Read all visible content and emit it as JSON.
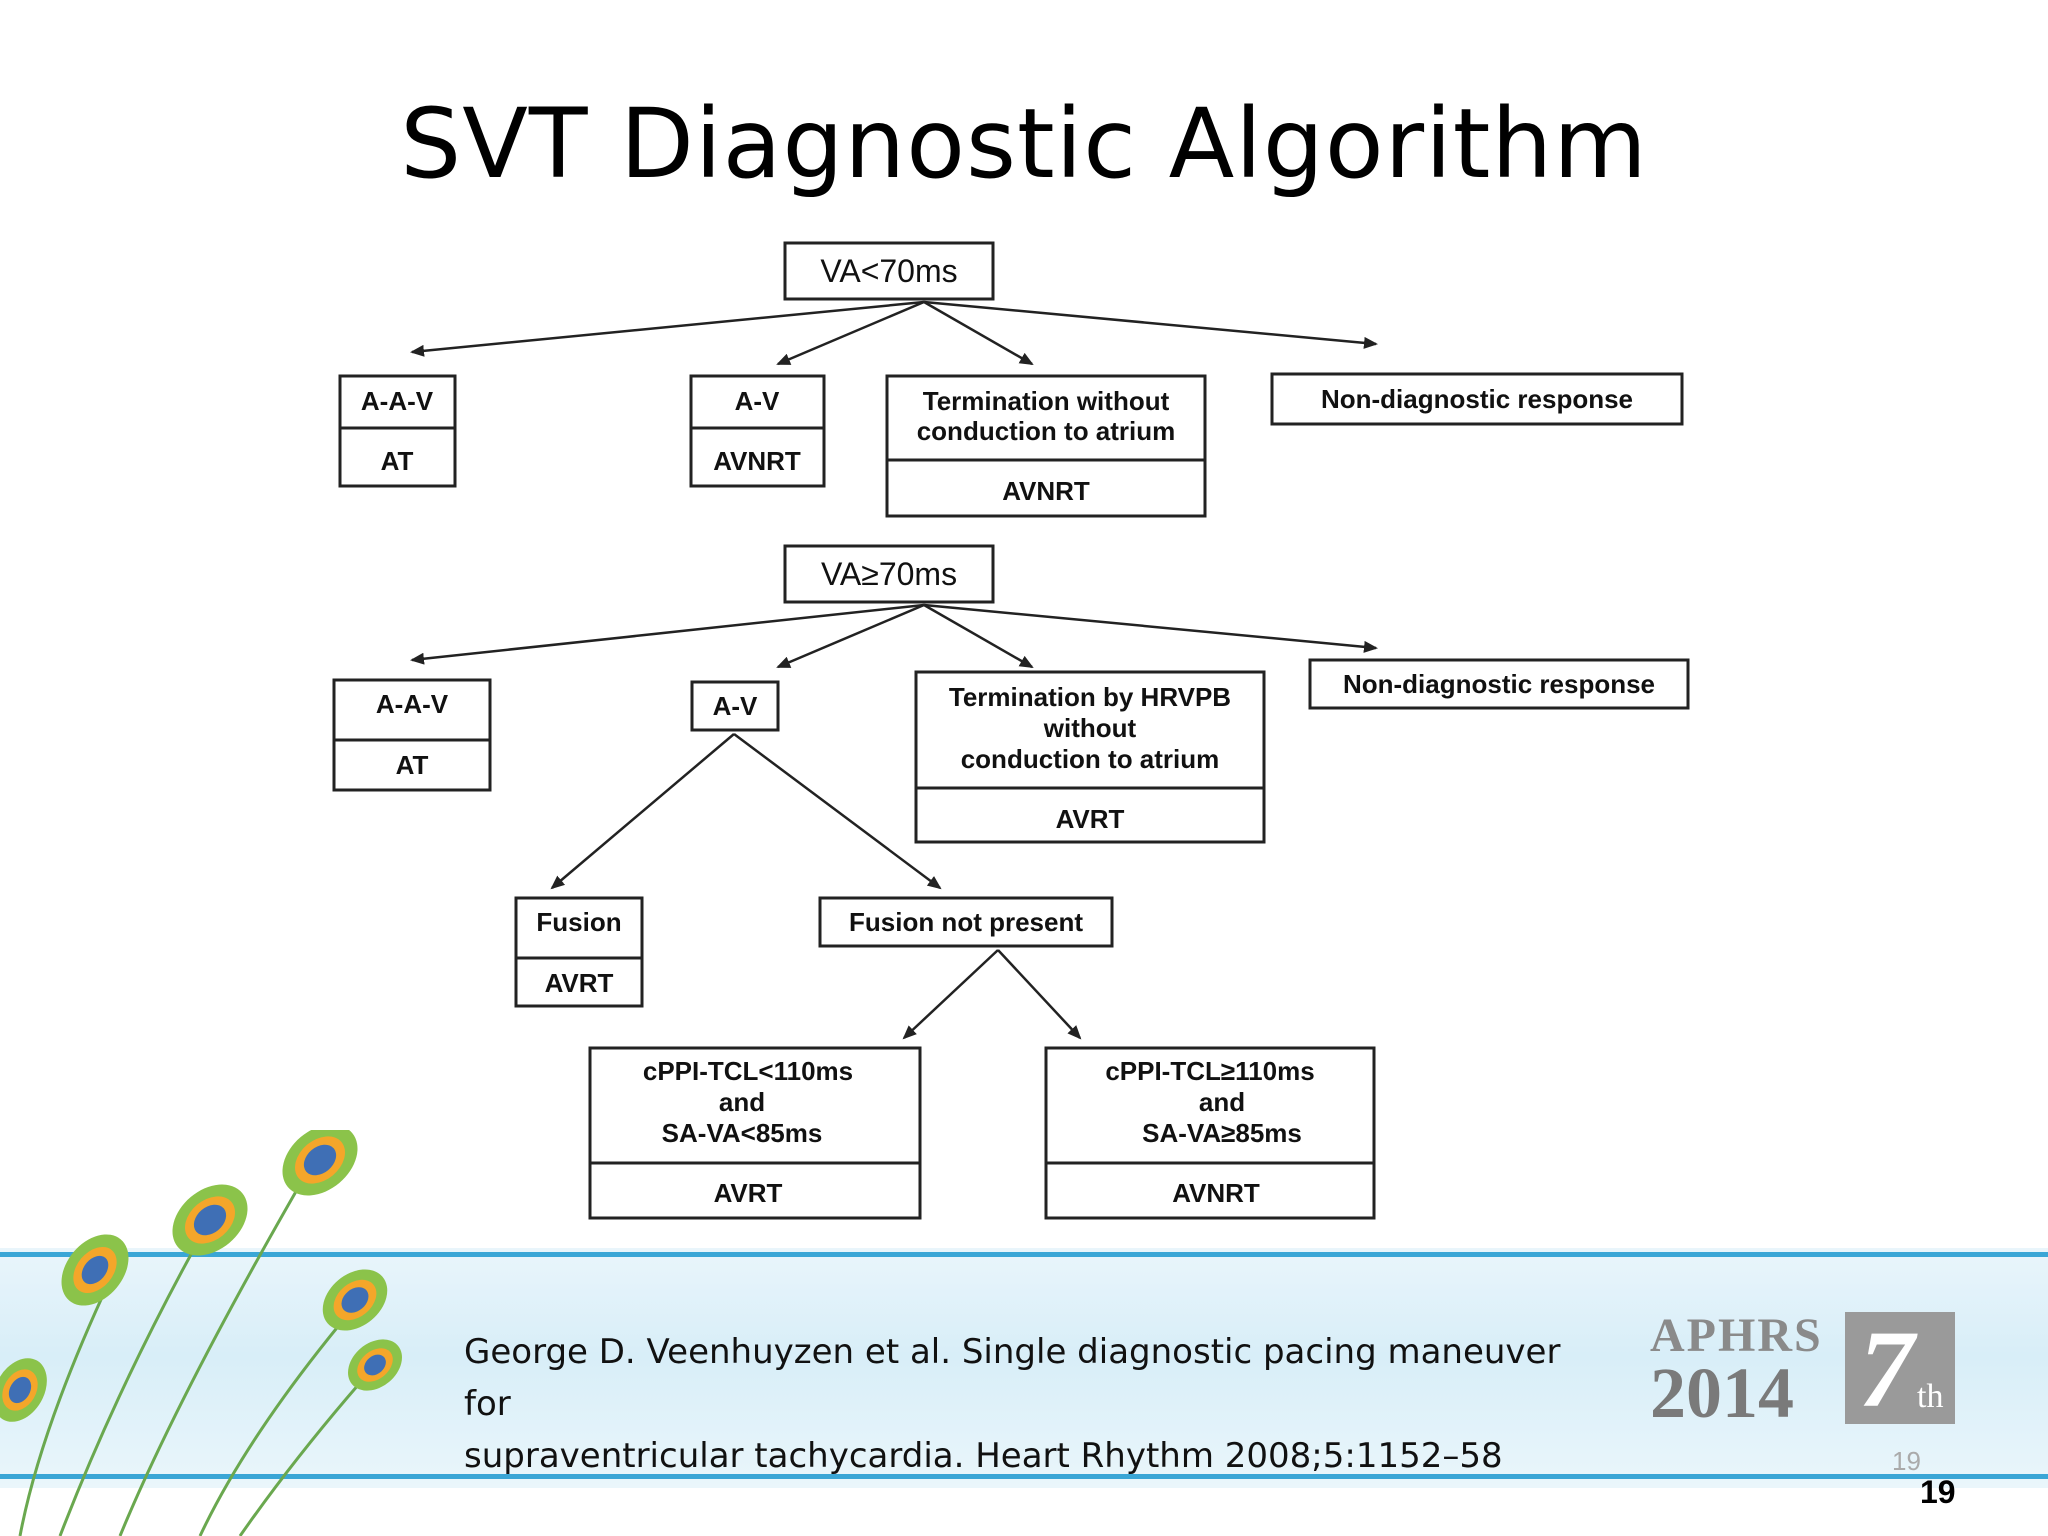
{
  "title": "SVT Diagnostic Algorithm",
  "branch1": {
    "root": "VA<70ms",
    "aav": {
      "top": "A-A-V",
      "bottom": "AT"
    },
    "av": {
      "top": "A-V",
      "bottom": "AVNRT"
    },
    "term": {
      "line1": "Termination without",
      "line2": "conduction to atrium",
      "bottom": "AVNRT"
    },
    "nondiag": "Non-diagnostic response"
  },
  "branch2": {
    "root": "VA>70ms",
    "aav": {
      "top": "A-A-V",
      "bottom": "AT"
    },
    "av": "A-V",
    "term": {
      "line1": "Termination by HRVPB",
      "line2": "without",
      "line3": "conduction to atrium",
      "bottom": "AVRT"
    },
    "nondiag": "Non-diagnostic response",
    "fusion": {
      "top": "Fusion",
      "bottom": "AVRT"
    },
    "fusion_not": "Fusion not present",
    "cppi_low": {
      "line1": "cPPI-TCL<110ms",
      "line2": "and",
      "line3": "SA-VA<85ms",
      "bottom": "AVRT"
    },
    "cppi_high": {
      "line1": "cPPI-TCL>110ms",
      "line2": "and",
      "line3": "SA-VA>85ms",
      "bottom": "AVNRT"
    }
  },
  "citation": {
    "line1": "George D. Veenhuyzen et al. Single diagnostic pacing maneuver for",
    "line2": "supraventricular tachycardia. Heart Rhythm 2008;5:1152–58"
  },
  "logo": {
    "org": "APHRS",
    "year": "2014",
    "edition": "7",
    "edition_suffix": "th"
  },
  "slide_number_small": "19",
  "slide_number": "19",
  "colors": {
    "band_line": "#3aa6d6",
    "band_bg": "#d8eef8"
  }
}
